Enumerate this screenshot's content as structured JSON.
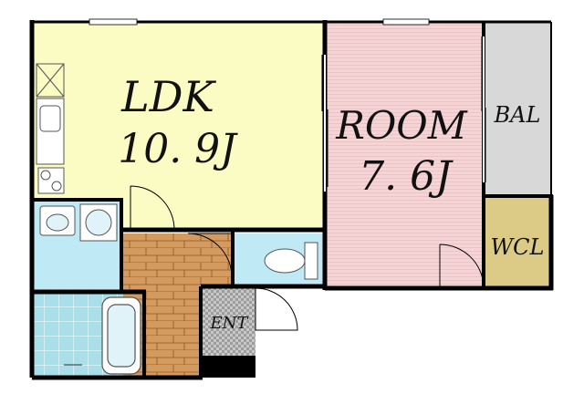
{
  "rooms": {
    "ldk": {
      "name": "LDK",
      "size": "10. 9J"
    },
    "room": {
      "name": "ROOM",
      "size": "7. 6J"
    },
    "bal": {
      "name": "BAL"
    },
    "wcl": {
      "name": "WCL"
    },
    "ent": {
      "name": "ENT"
    }
  },
  "colors": {
    "ldk": "#fbfbc4",
    "room": "#f6d4d6",
    "balcony": "#d8d8d8",
    "wcl": "#dccb86",
    "wet_areas": "#bfe9f4",
    "bath_tiles": "#a9dfe9",
    "hallway_floor": "#d49a5e",
    "entrance": "#9c9c9c",
    "walls": "#000000"
  }
}
